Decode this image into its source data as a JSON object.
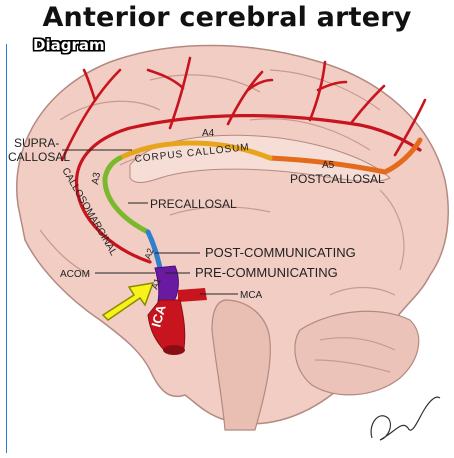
{
  "header": {
    "title": "Anterior cerebral artery",
    "badge": "Diagram"
  },
  "labels": {
    "supracallosal_1": "SUPRA-",
    "supracallosal_2": "CALLOSAL",
    "a4": "A4",
    "a5": "A5",
    "a3": "A3",
    "a2": "A2",
    "a1": "A1",
    "corpus_callosum": "CORPUS CALLOSUM",
    "postcallosal": "POSTCALLOSAL",
    "precallosal": "PRECALLOSAL",
    "callosomarginal": "CALLOSOMARGINAL",
    "post_communicating": "POST-COMMUNICATING",
    "pre_communicating": "PRE-COMMUNICATING",
    "acom": "ACOM",
    "mca": "MCA",
    "ica": "ICA"
  },
  "colors": {
    "brain_fill": "#f1cdc4",
    "brain_outline": "#b48a80",
    "artery_red": "#c8141e",
    "segment_a1": "#6a1aa0",
    "segment_a2": "#2f7fcc",
    "segment_a3": "#7cb82e",
    "segment_a4": "#e8a51c",
    "segment_a5": "#e46a1c",
    "arrow_yellow": "#f6f21a"
  }
}
